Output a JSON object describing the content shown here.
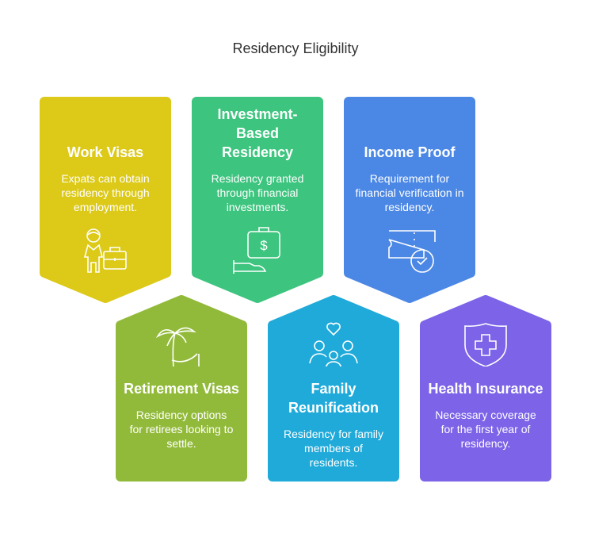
{
  "title": "Residency Eligibility",
  "cards": [
    {
      "title": "Work Visas",
      "desc": "Expats can obtain residency through employment.",
      "color": "#DCC918",
      "icon": "worker-briefcase-icon"
    },
    {
      "title": "Investment-Based Residency",
      "desc": "Residency granted through financial investments.",
      "color": "#3DC47E",
      "icon": "hand-money-icon"
    },
    {
      "title": "Income Proof",
      "desc": "Requirement for financial verification in residency.",
      "color": "#4B87E4",
      "icon": "ticket-check-icon"
    },
    {
      "title": "Retirement Visas",
      "desc": "Residency options for retirees looking to settle.",
      "color": "#92BA3A",
      "icon": "palm-hammock-icon"
    },
    {
      "title": "Family Reunification",
      "desc": "Residency for family members of residents.",
      "color": "#1FAAD9",
      "icon": "family-heart-icon"
    },
    {
      "title": "Health Insurance",
      "desc": "Necessary coverage for the first year of residency.",
      "color": "#7C63E7",
      "icon": "shield-cross-icon"
    }
  ]
}
